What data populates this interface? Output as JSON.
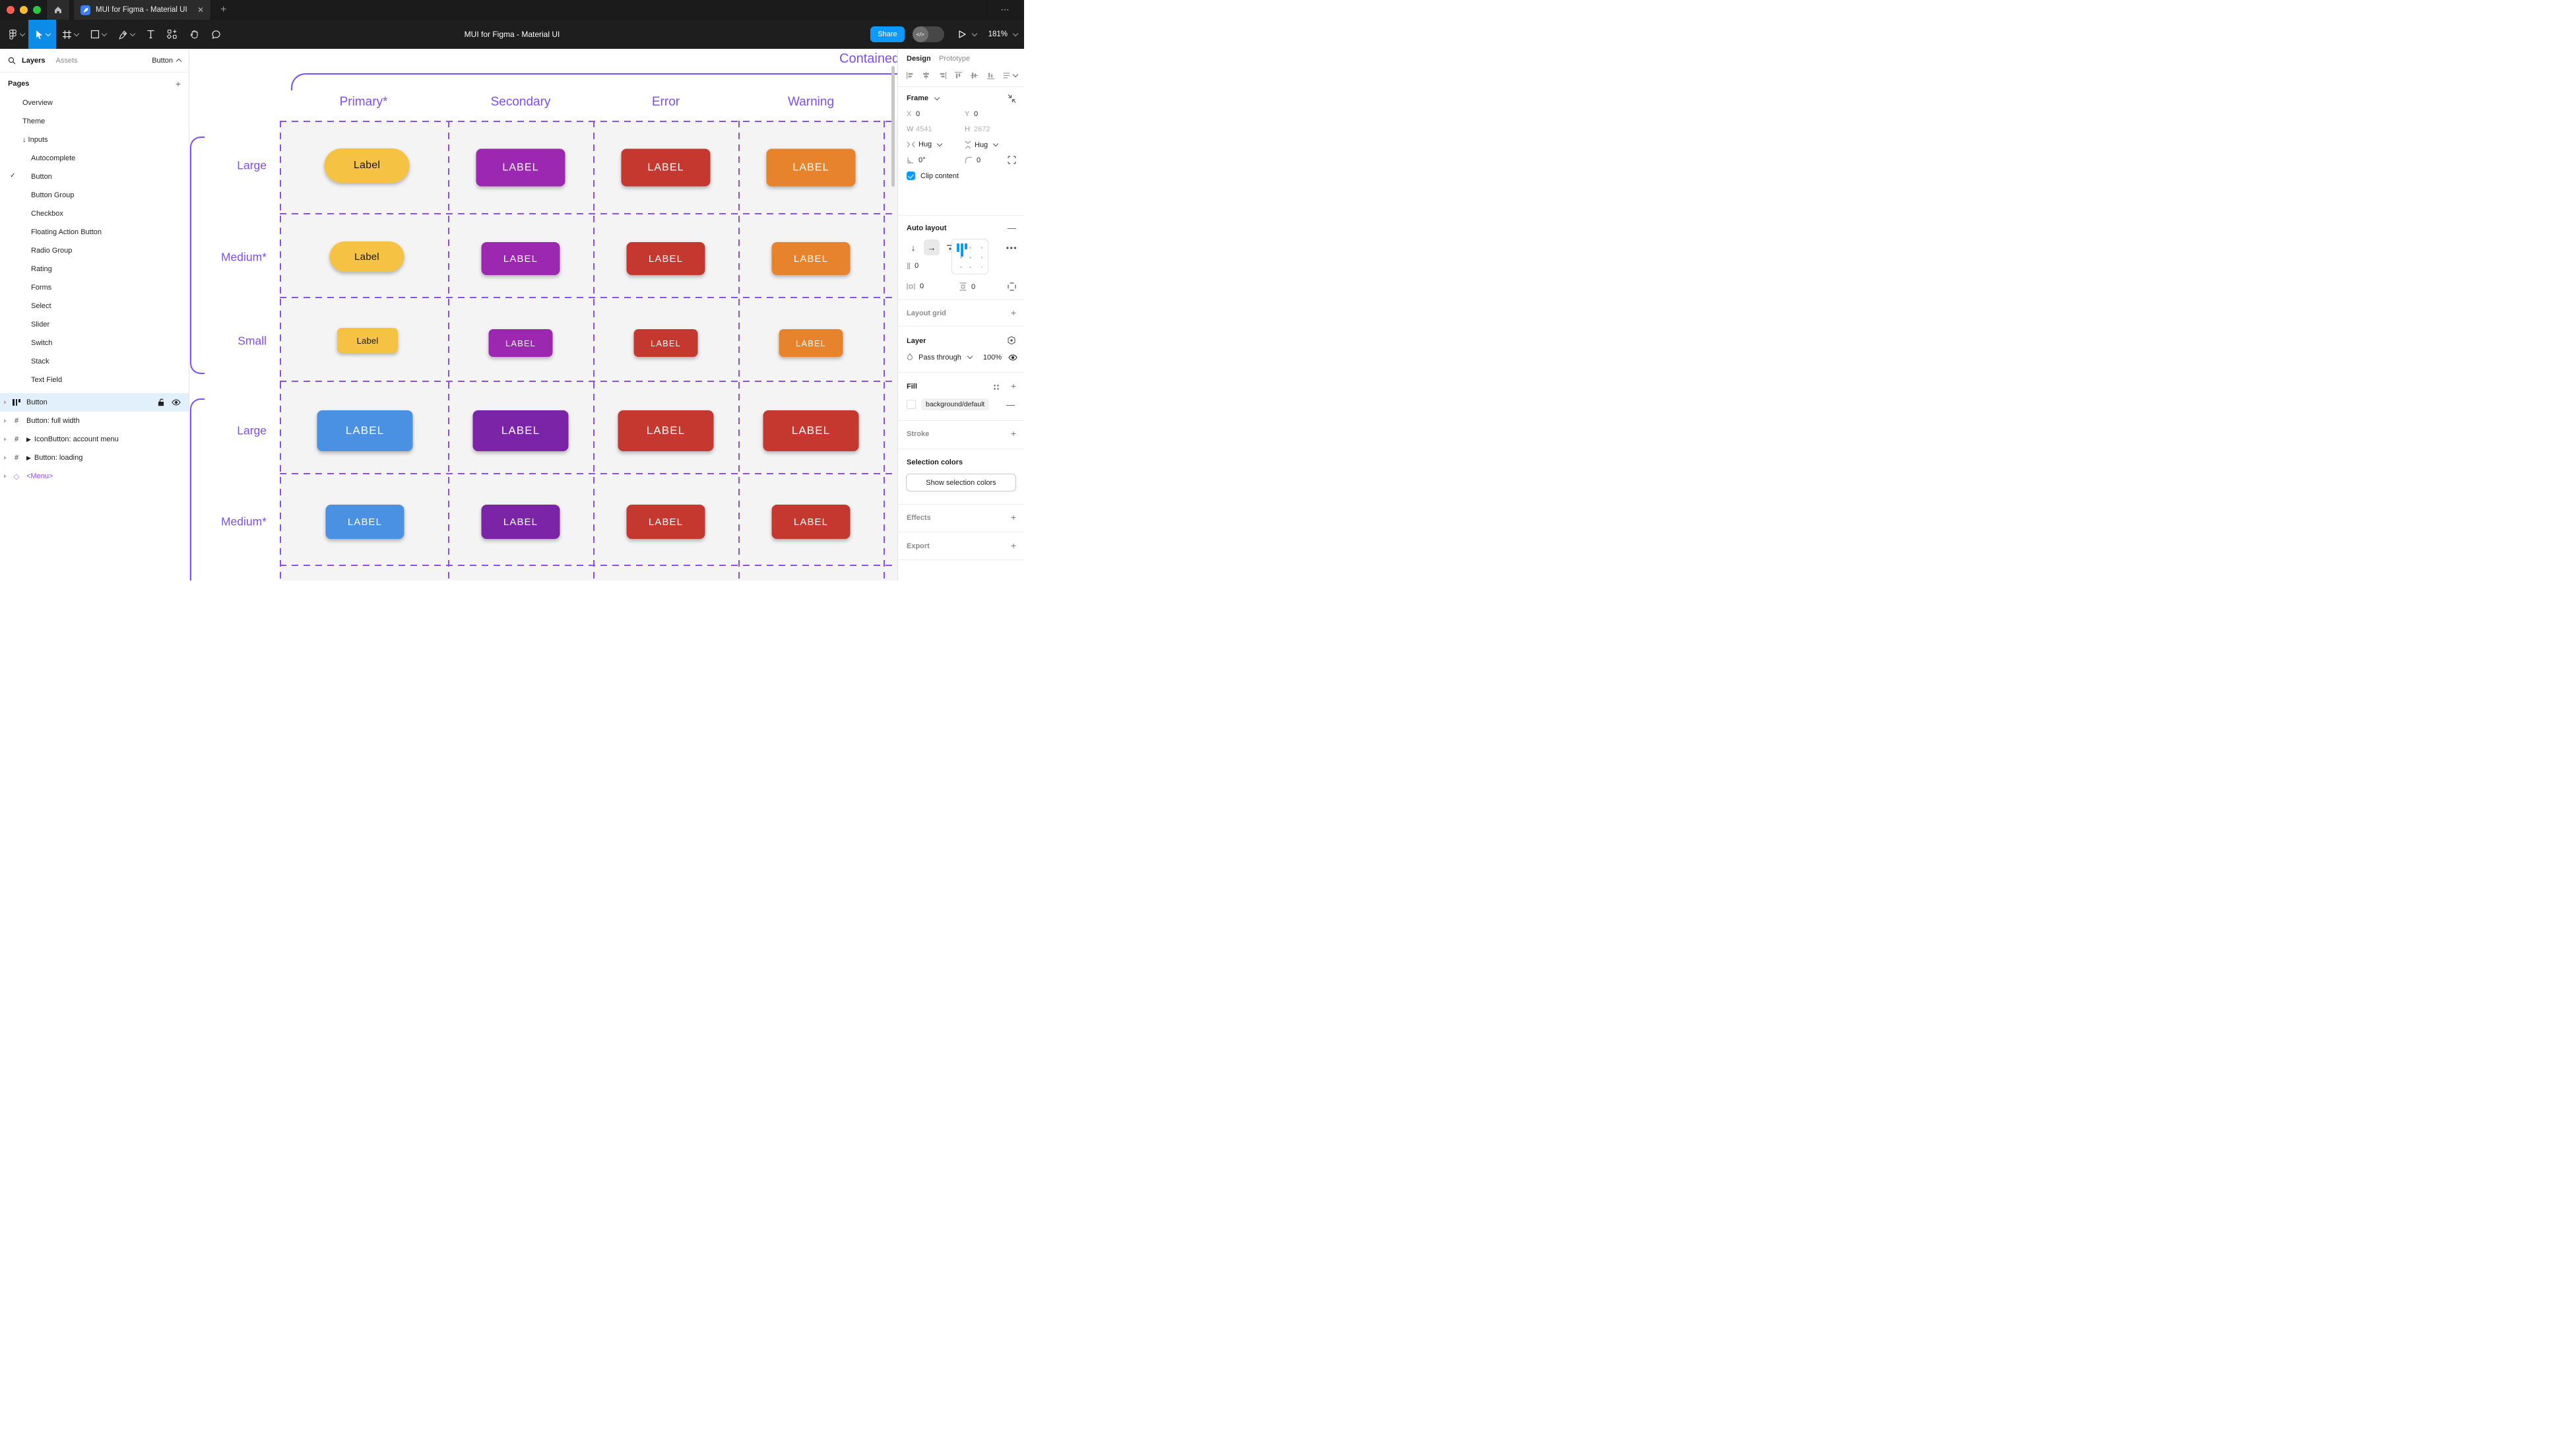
{
  "window": {
    "tab_title": "MUI for Figma - Material UI",
    "doc_title": "MUI for Figma - Material UI",
    "share_label": "Share",
    "dev_toggle_label": "</>",
    "zoom_level": "181%",
    "close_glyph": "✕",
    "new_tab_glyph": "+",
    "more_glyph": "⋯"
  },
  "sidebar": {
    "tabs": {
      "layers": "Layers",
      "assets": "Assets"
    },
    "current_page": "Button",
    "pages_header": "Pages",
    "pages_add_glyph": "+",
    "check_glyph": "✓",
    "pages": [
      {
        "label": "Overview"
      },
      {
        "label": "Theme"
      },
      {
        "label": "↓ Inputs"
      },
      {
        "label": "Autocomplete"
      },
      {
        "label": "Button",
        "checked": true
      },
      {
        "label": "Button Group"
      },
      {
        "label": "Checkbox"
      },
      {
        "label": "Floating Action Button"
      },
      {
        "label": "Radio Group"
      },
      {
        "label": "Rating"
      },
      {
        "label": "Forms"
      },
      {
        "label": "Select"
      },
      {
        "label": "Slider"
      },
      {
        "label": "Switch"
      },
      {
        "label": "Stack"
      },
      {
        "label": "Text Field"
      }
    ],
    "layers": [
      {
        "name": "Button",
        "icon": "auto-layout",
        "selected": true
      },
      {
        "name": "Button: full width",
        "icon": "frame",
        "hash": "#"
      },
      {
        "name": "IconButton: account menu",
        "icon": "frame",
        "hash": "#",
        "prefix": "▶"
      },
      {
        "name": "Button: loading",
        "icon": "frame",
        "hash": "#",
        "prefix": "▶"
      },
      {
        "name": "<Menu>",
        "icon": "instance",
        "diamond": "◇"
      }
    ]
  },
  "canvas": {
    "section_title": "Contained",
    "columns": [
      "Primary*",
      "Secondary",
      "Error",
      "Warning"
    ],
    "rows": [
      {
        "label": "Large",
        "buttons": [
          {
            "text": "Label",
            "variant": "brand"
          },
          {
            "text": "LABEL",
            "variant": "secondary"
          },
          {
            "text": "LABEL",
            "variant": "error"
          },
          {
            "text": "LABEL",
            "variant": "warning"
          }
        ]
      },
      {
        "label": "Medium*",
        "buttons": [
          {
            "text": "Label",
            "variant": "brand"
          },
          {
            "text": "LABEL",
            "variant": "secondary"
          },
          {
            "text": "LABEL",
            "variant": "error"
          },
          {
            "text": "LABEL",
            "variant": "warning"
          }
        ]
      },
      {
        "label": "Small",
        "buttons": [
          {
            "text": "Label",
            "variant": "brand"
          },
          {
            "text": "LABEL",
            "variant": "secondary"
          },
          {
            "text": "LABEL",
            "variant": "error"
          },
          {
            "text": "LABEL",
            "variant": "warning"
          }
        ]
      },
      {
        "label": "Large",
        "buttons": [
          {
            "text": "LABEL",
            "variant": "primary"
          },
          {
            "text": "LABEL",
            "variant": "secondary-dark"
          },
          {
            "text": "LABEL",
            "variant": "error"
          },
          {
            "text": "LABEL",
            "variant": "error"
          }
        ]
      },
      {
        "label": "Medium*",
        "buttons": [
          {
            "text": "LABEL",
            "variant": "primary"
          },
          {
            "text": "LABEL",
            "variant": "secondary-dark"
          },
          {
            "text": "LABEL",
            "variant": "error"
          },
          {
            "text": "LABEL",
            "variant": "error"
          }
        ]
      }
    ]
  },
  "inspector": {
    "tabs": {
      "design": "Design",
      "prototype": "Prototype"
    },
    "frame": {
      "title": "Frame",
      "x_label": "X",
      "x": "0",
      "y_label": "Y",
      "y": "0",
      "w_label": "W",
      "w": "4541",
      "h_label": "H",
      "h": "2672",
      "h_sizing": "Hug",
      "v_sizing": "Hug",
      "rotation": "0°",
      "radius": "0",
      "clip_label": "Clip content"
    },
    "auto_layout": {
      "title": "Auto layout",
      "gap": "0",
      "pad_h": "0",
      "pad_v": "0",
      "gap_glyph": "]|[",
      "minus_glyph": "—"
    },
    "layout_grid": {
      "title": "Layout grid"
    },
    "layer": {
      "title": "Layer",
      "blend": "Pass through",
      "opacity": "100%"
    },
    "fill": {
      "title": "Fill",
      "token": "background/default",
      "minus_glyph": "—"
    },
    "stroke": {
      "title": "Stroke"
    },
    "selection_colors": {
      "title": "Selection colors",
      "button": "Show selection colors"
    },
    "effects": {
      "title": "Effects"
    },
    "export": {
      "title": "Export"
    }
  },
  "palette": {
    "figma_accent_blue": "#0D99FF",
    "annotation_purple": "#7C4DFF",
    "dash_purple": "#8B4FF0",
    "instance_purple": "#9747FF",
    "brand_yellow": "#F5C243",
    "secondary_purple": "#9C27B0",
    "secondary_dark_purple": "#7B24A8",
    "error_red": "#C4382F",
    "warning_orange": "#E8832D",
    "primary_blue": "#4A91E4",
    "selected_row_blue": "#E1F0FB",
    "canvas_grid_gray": "#F4F4F5"
  }
}
